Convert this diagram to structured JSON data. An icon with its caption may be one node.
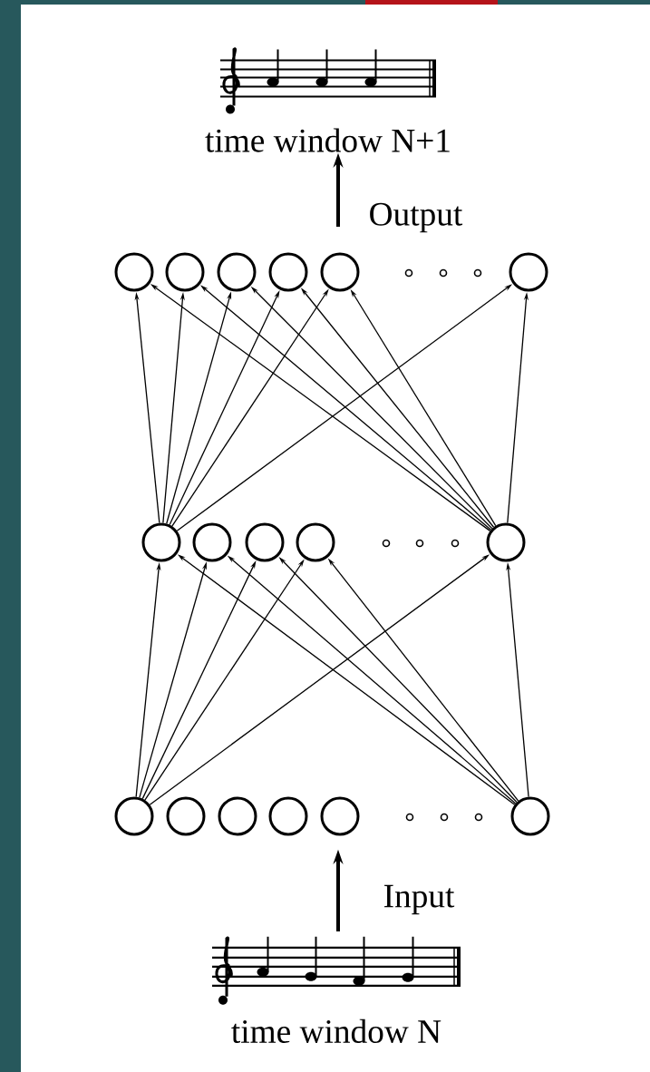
{
  "diagram": {
    "nodes": [
      {
        "text": [
          "time window N+1"
        ]
      },
      {
        "text": [],
        "shape": "circle"
      },
      {
        "text": [],
        "shape": "circle"
      },
      {
        "text": [],
        "shape": "circle"
      },
      {
        "text": [],
        "shape": "circle"
      },
      {
        "text": [],
        "shape": "circle"
      },
      {
        "text": [],
        "shape": "circle"
      },
      {
        "text": [],
        "shape": "circle"
      },
      {
        "text": [],
        "shape": "circle"
      },
      {
        "text": [],
        "shape": "circle"
      },
      {
        "text": [],
        "shape": "circle"
      },
      {
        "text": [],
        "shape": "circle"
      },
      {
        "text": [],
        "shape": "circle"
      },
      {
        "text": [],
        "shape": "circle"
      },
      {
        "text": [],
        "shape": "circle"
      },
      {
        "text": [],
        "shape": "circle"
      },
      {
        "text": [],
        "shape": "circle"
      },
      {
        "text": [],
        "shape": "circle"
      },
      {
        "text": [
          "time window N"
        ]
      }
    ],
    "edges": [
      {
        "from": null,
        "to": 0,
        "arrow": "to",
        "label": "Output",
        "style": "thick"
      },
      {
        "from": 7,
        "to": 1,
        "arrow": "to"
      },
      {
        "from": 7,
        "to": 2,
        "arrow": "to"
      },
      {
        "from": 7,
        "to": 3,
        "arrow": "to"
      },
      {
        "from": 7,
        "to": 4,
        "arrow": "to"
      },
      {
        "from": 7,
        "to": 5,
        "arrow": "to"
      },
      {
        "from": 7,
        "to": 6,
        "arrow": "to"
      },
      {
        "from": 11,
        "to": 1,
        "arrow": "to"
      },
      {
        "from": 11,
        "to": 2,
        "arrow": "to"
      },
      {
        "from": 11,
        "to": 3,
        "arrow": "to"
      },
      {
        "from": 11,
        "to": 4,
        "arrow": "to"
      },
      {
        "from": 11,
        "to": 5,
        "arrow": "to"
      },
      {
        "from": 11,
        "to": 6,
        "arrow": "to"
      },
      {
        "from": 12,
        "to": 7,
        "arrow": "to"
      },
      {
        "from": 12,
        "to": 8,
        "arrow": "to"
      },
      {
        "from": 12,
        "to": 9,
        "arrow": "to"
      },
      {
        "from": 12,
        "to": 10,
        "arrow": "to"
      },
      {
        "from": 12,
        "to": 11,
        "arrow": "to"
      },
      {
        "from": 17,
        "to": 7,
        "arrow": "to"
      },
      {
        "from": 17,
        "to": 8,
        "arrow": "to"
      },
      {
        "from": 17,
        "to": 9,
        "arrow": "to"
      },
      {
        "from": 17,
        "to": 10,
        "arrow": "to"
      },
      {
        "from": 17,
        "to": 11,
        "arrow": "to"
      },
      {
        "from": 18,
        "to": null,
        "arrow": "to",
        "label": "Input",
        "style": "thick"
      }
    ]
  }
}
